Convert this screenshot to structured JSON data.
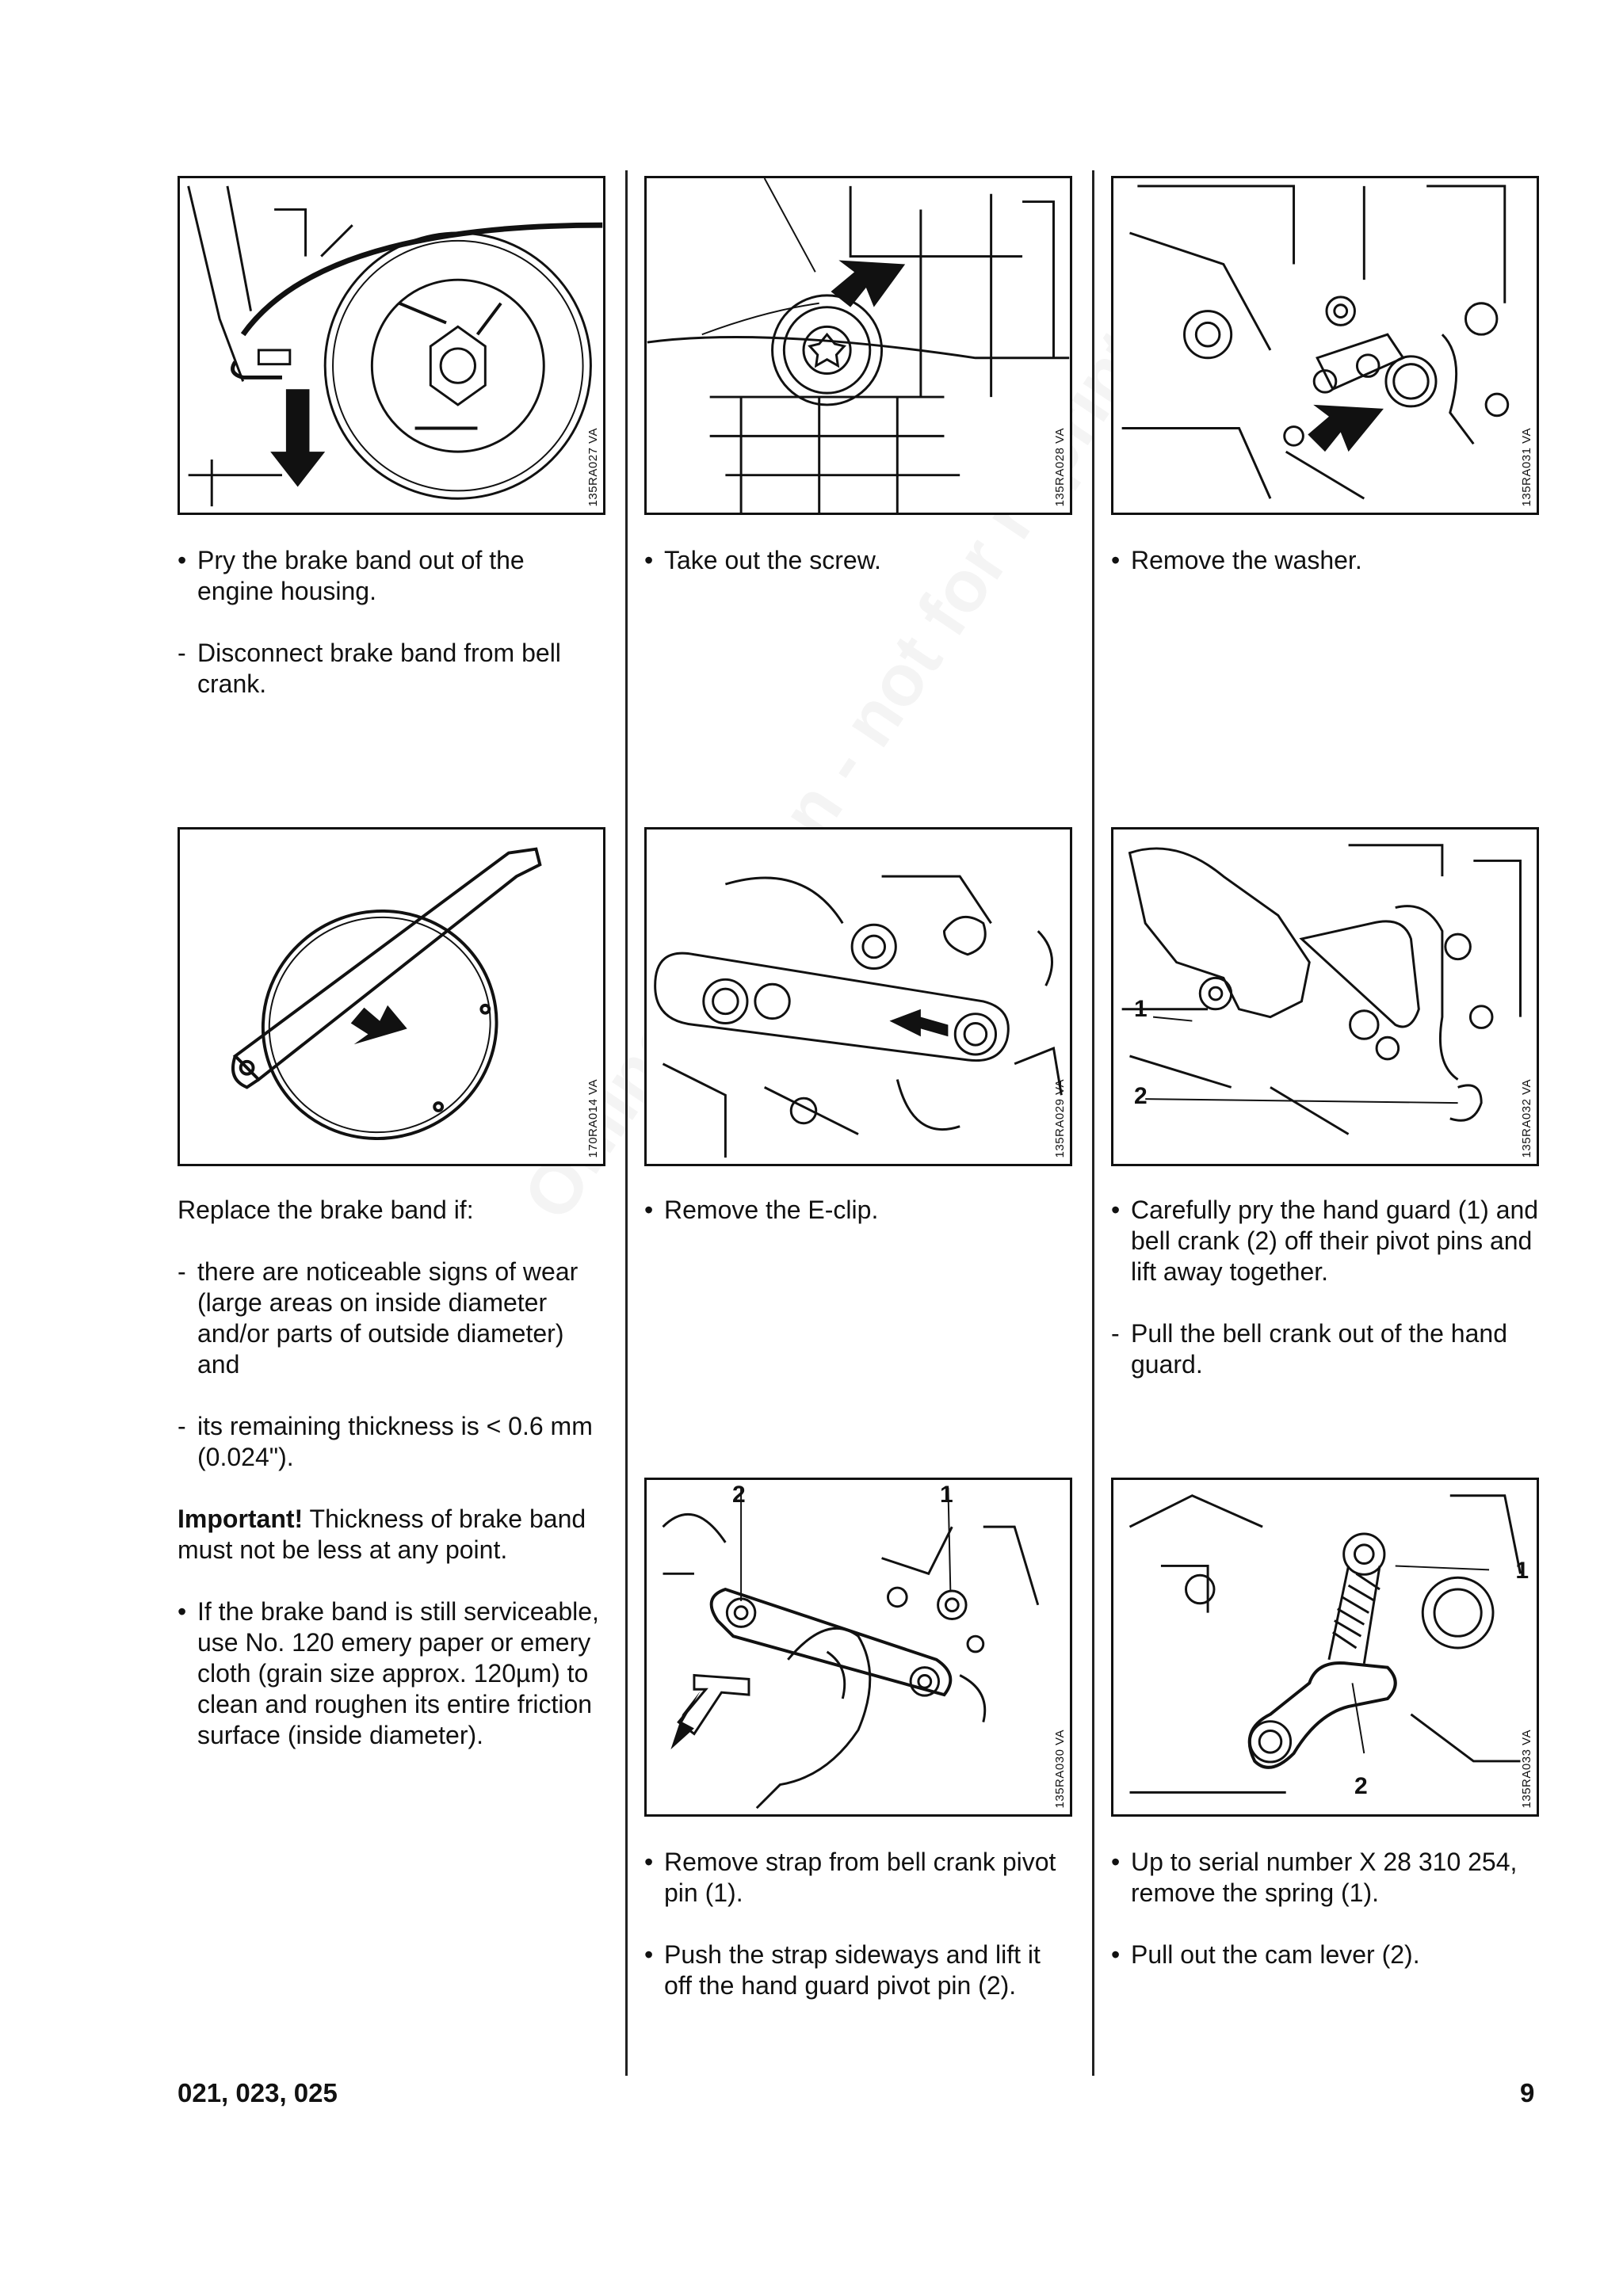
{
  "watermark": "Online version - not for reprint",
  "figures": [
    {
      "code": "135RA027 VA",
      "labels": []
    },
    {
      "code": "135RA028 VA",
      "labels": []
    },
    {
      "code": "135RA031 VA",
      "labels": []
    },
    {
      "code": "170RA014 VA",
      "labels": []
    },
    {
      "code": "135RA029 VA",
      "labels": []
    },
    {
      "code": "135RA032 VA",
      "labels": [
        "1",
        "2"
      ]
    },
    {
      "code": "135RA030 VA",
      "labels": [
        "2",
        "1"
      ]
    },
    {
      "code": "135RA033 VA",
      "labels": [
        "1",
        "2"
      ]
    }
  ],
  "text": {
    "f1_b1": "Pry the brake band out of the engine housing.",
    "f1_d1": "Disconnect brake band from bell crank.",
    "f2_b1": "Take out the screw.",
    "f3_b1": "Remove the washer.",
    "f4_intro": "Replace the brake band if:",
    "f4_d1": "there are noticeable signs of wear (large areas on inside diameter and/or parts of outside diameter) and",
    "f4_d2": "its remaining thickness is < 0.6 mm (0.024\").",
    "f4_imp_label": "Important!",
    "f4_imp_text": " Thickness of brake band must not be less at any point.",
    "f4_b1": "If the brake band is still serviceable, use No. 120 emery paper or emery cloth (grain size approx. 120µm) to clean and roughen its entire friction surface (inside diameter).",
    "f5_b1": "Remove the E-clip.",
    "f6_b1": "Carefully pry the hand guard (1) and bell crank (2) off their pivot pins and lift away together.",
    "f6_d1": "Pull the bell crank out of the hand guard.",
    "f7_b1": "Remove strap from bell crank pivot pin (1).",
    "f7_b2": "Push the strap sideways and lift it off the hand guard pivot pin (2).",
    "f8_b1": "Up to serial number X 28 310 254, remove the spring (1).",
    "f8_b2": "Pull out the cam lever (2)."
  },
  "footer": {
    "models": "021, 023, 025",
    "page": "9"
  }
}
